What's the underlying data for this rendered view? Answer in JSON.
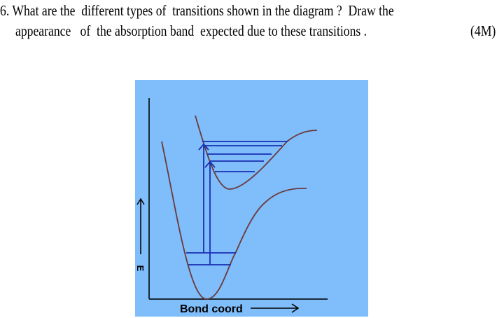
{
  "question": {
    "line1": "6. What are the  different types of  transitions shown in the diagram ?  Draw the",
    "line2": "appearance   of  the absorption band  expected due to these transitions .",
    "marks": "(4M)"
  },
  "diagram": {
    "background_color": "#7fbdfb",
    "curve_color": "#6b3a3a",
    "level_color": "#1a2fb0",
    "y_axis_label": "E",
    "x_axis_label": "Bond coord"
  }
}
